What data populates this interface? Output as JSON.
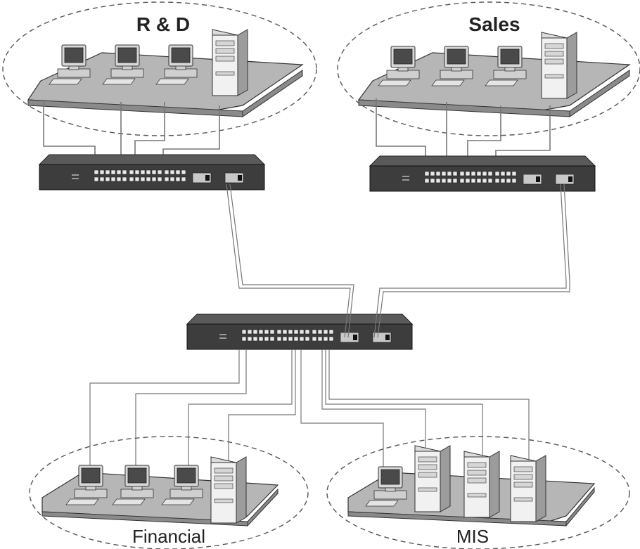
{
  "groups": [
    {
      "id": "rd",
      "label": "R & D"
    },
    {
      "id": "sales",
      "label": "Sales"
    },
    {
      "id": "financial",
      "label": "Financial"
    },
    {
      "id": "mis",
      "label": "MIS"
    }
  ],
  "colors": {
    "background": "#ffffff",
    "platform": "#b6b6b6",
    "switch_body": "#3d3d3d",
    "cable": "#777777",
    "zone_outline": "#555555"
  },
  "icons": {
    "workstation": "workstation-icon",
    "server": "server-tower-icon",
    "switch": "network-switch-icon"
  }
}
